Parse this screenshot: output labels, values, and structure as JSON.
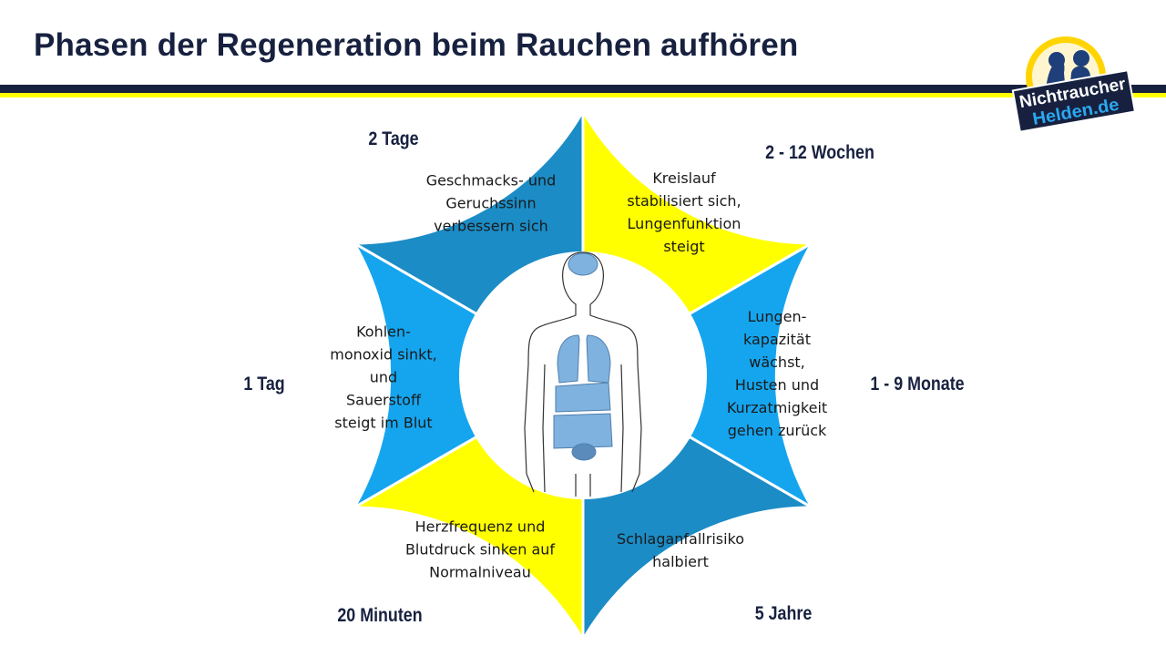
{
  "title": "Phasen der Regeneration beim Rauchen aufhören",
  "logo": {
    "line1": "Nichtraucher",
    "line2": "Helden.de"
  },
  "colors": {
    "navy": "#17213f",
    "yellow": "#ffff00",
    "light_blue": "#15a5ef",
    "dark_blue": "#1b8cc6"
  },
  "segments": [
    {
      "phase": "20 Minuten",
      "text": [
        "Herzfrequenz und",
        "Blutdruck sinken auf",
        "Normalniveau"
      ],
      "color": "#ffff00"
    },
    {
      "phase": "1 Tag",
      "text": [
        "Kohlen-",
        "monoxid sinkt,",
        "und",
        "Sauerstoff",
        "steigt im Blut"
      ],
      "color": "#15a5ef"
    },
    {
      "phase": "2 Tage",
      "text": [
        "Geschmacks- und",
        "Geruchssinn",
        "verbessern sich"
      ],
      "color": "#1b8cc6"
    },
    {
      "phase": "2 - 12 Wochen",
      "text": [
        "Kreislauf",
        "stabilisiert sich,",
        "Lungenfunktion",
        "steigt"
      ],
      "color": "#ffff00"
    },
    {
      "phase": "1 - 9 Monate",
      "text": [
        "Lungen-",
        "kapazität",
        "wächst,",
        "Husten und",
        "Kurzatmigkeit",
        "gehen zurück"
      ],
      "color": "#15a5ef"
    },
    {
      "phase": "5 Jahre",
      "text": [
        "Schlaganfallrisiko",
        "halbiert"
      ],
      "color": "#1b8cc6"
    }
  ]
}
